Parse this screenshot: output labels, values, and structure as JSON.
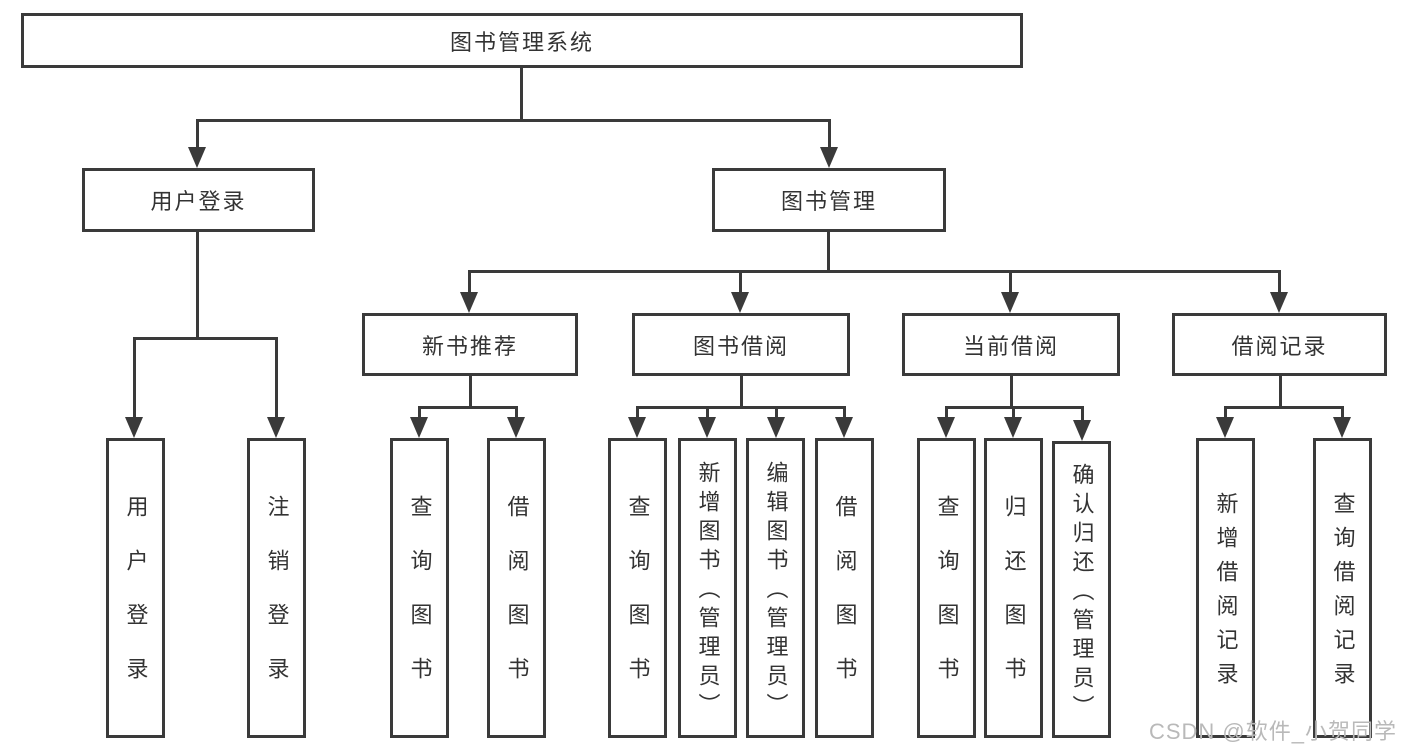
{
  "root": {
    "label": "图书管理系统"
  },
  "branches": [
    {
      "label": "用户登录",
      "children": [
        "用户登录",
        "注销登录"
      ]
    },
    {
      "label": "图书管理",
      "sections": [
        {
          "label": "新书推荐",
          "children": [
            "查询图书",
            "借阅图书"
          ]
        },
        {
          "label": "图书借阅",
          "children": [
            "查询图书",
            "新增图书（管理员）",
            "编辑图书（管理员）",
            "借阅图书"
          ]
        },
        {
          "label": "当前借阅",
          "children": [
            "查询图书",
            "归还图书",
            "确认归还（管理员）"
          ]
        },
        {
          "label": "借阅记录",
          "children": [
            "新增借阅记录",
            "查询借阅记录"
          ]
        }
      ]
    }
  ],
  "watermark": {
    "text": "CSDN @软件_小贺同学"
  },
  "colors": {
    "line": "#3a3a3a",
    "text": "#333333",
    "watermark": "#b9b9b9",
    "background": "#ffffff"
  }
}
